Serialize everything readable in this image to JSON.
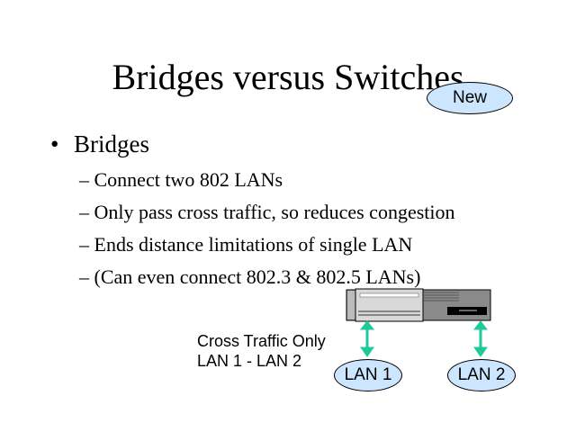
{
  "slide": {
    "title": "Bridges versus Switches",
    "badge": "New",
    "bullet": "Bridges",
    "sub_items": [
      "Connect two 802 LANs",
      "Only pass cross traffic, so reduces congestion",
      "Ends distance limitations of single LAN",
      "(Can even connect 802.3 & 802.5 LANs)"
    ],
    "dash": "–",
    "bullet_glyph": "•",
    "caption_line1": "Cross Traffic Only",
    "caption_line2": "LAN 1 - LAN 2",
    "lan1": "LAN 1",
    "lan2": "LAN 2",
    "colors": {
      "bubble": "#cce6ff",
      "arrow": "#1fc99a"
    }
  }
}
